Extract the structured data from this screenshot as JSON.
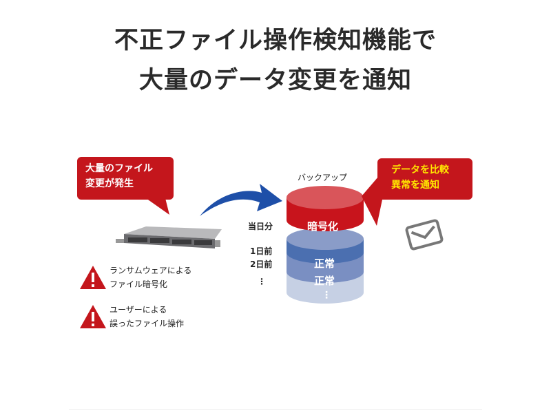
{
  "title": {
    "line1": "不正ファイル操作検知機能で",
    "line2": "大量のデータ変更を通知"
  },
  "left_bubble": {
    "line1": "大量のファイル",
    "line2": "変更が発生"
  },
  "right_bubble": {
    "line1": "データを比較",
    "line2": "異常を通知"
  },
  "backup_label": "バックアップ",
  "timeline": {
    "today": "当日分",
    "day1": "1日前",
    "day2": "2日前",
    "more": "⋮"
  },
  "layers": {
    "top": "暗号化",
    "second": "正常",
    "third": "正常",
    "more": "⋮"
  },
  "warnings": [
    {
      "line1": "ランサムウェアによる",
      "line2": "ファイル暗号化"
    },
    {
      "line1": "ユーザーによる",
      "line2": "誤ったファイル操作"
    }
  ],
  "colors": {
    "red": "#c4161c",
    "blue": "#1e4fa8",
    "yellow": "#ffe600"
  }
}
